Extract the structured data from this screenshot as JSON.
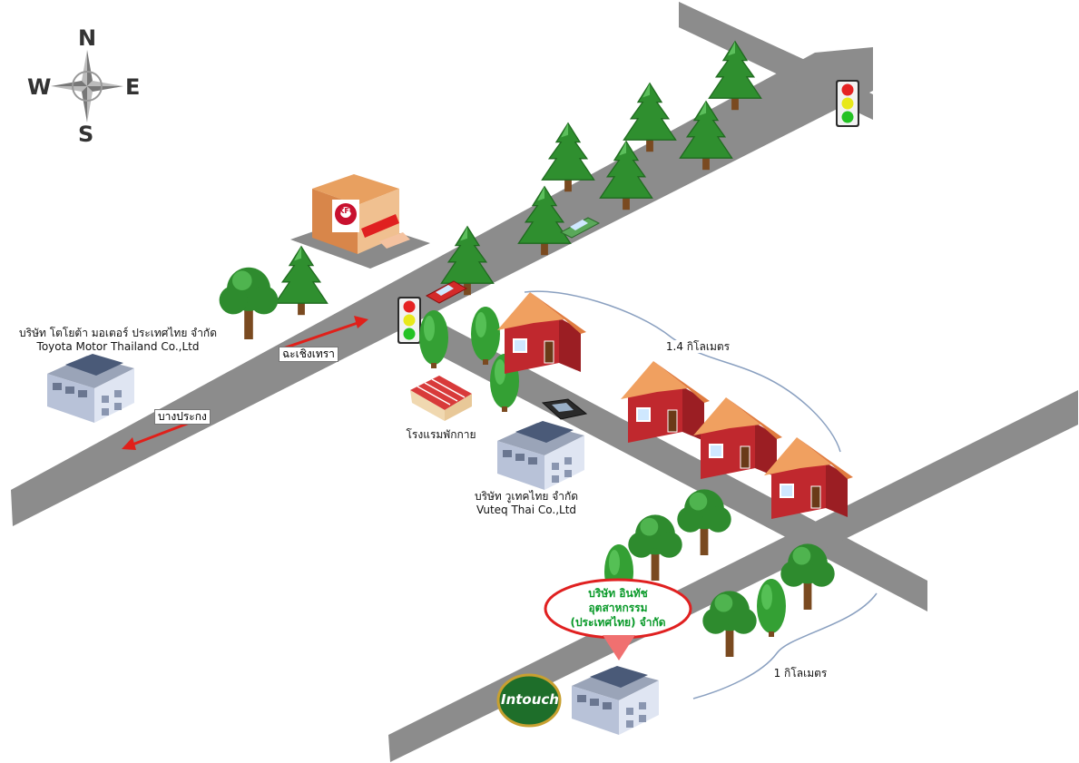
{
  "compass": {
    "n": "N",
    "s": "S",
    "e": "E",
    "w": "W"
  },
  "labels": {
    "toyota_th": "บริษัท โตโยต้า มอเตอร์ ประเทศไทย จำกัด",
    "toyota_en": "Toyota Motor Thailand Co.,Ltd",
    "chachoengsao": "ฉะเชิงเทรา",
    "bang_prakong": "บางประกง",
    "hotel": "โรงแรมพักกาย",
    "vuteq_th": "บริษัท วูเทคไทย จำกัด",
    "vuteq_en": "Vuteq Thai Co.,Ltd",
    "distance_1": "1.4 กิโลเมตร",
    "distance_2": "1 กิโลเมตร",
    "intouch_line1": "บริษัท อินทัช",
    "intouch_line2": "อุตสาหกรรม",
    "intouch_line3": "(ประเทศไทย) จำกัด",
    "logo": "Intouch",
    "kfc_sign": "KFC"
  },
  "colors": {
    "road": "#8c8c8c",
    "arrow": "#e0201a",
    "tree_pine": "#2f8f2f",
    "tree_round": "#2e8b2e",
    "house_wall": "#c0282e",
    "house_roof": "#f0a060",
    "balloon_border": "#e02020",
    "balloon_text": "#0a9a2a",
    "logo_green": "#1e6e2a"
  },
  "icons": [
    "compass-rose-icon",
    "traffic-light-icon",
    "pine-tree-icon",
    "round-tree-icon",
    "house-icon",
    "factory-icon",
    "kfc-store-icon",
    "car-icon",
    "hotel-icon",
    "location-balloon-icon",
    "intouch-logo-icon"
  ]
}
